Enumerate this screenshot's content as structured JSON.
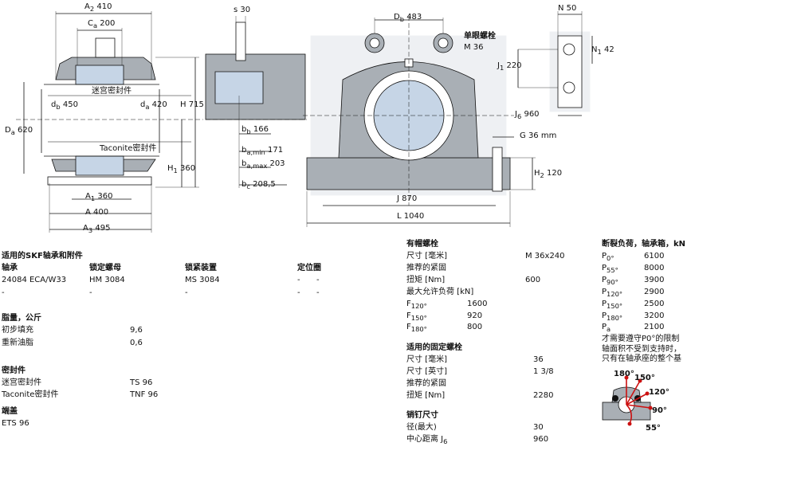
{
  "dims": {
    "A2": "A",
    "A2_sub": "2",
    "A2_val": "410",
    "Ca": "C",
    "Ca_sub": "a",
    "Ca_val": "200",
    "db": "d",
    "db_sub": "b",
    "db_val": "450",
    "da": "d",
    "da_sub": "a",
    "da_val": "420",
    "Da": "D",
    "Da_sub": "a",
    "Da_val": "620",
    "H": "H",
    "H_val": "715",
    "H1": "H",
    "H1_sub": "1",
    "H1_val": "360",
    "A1": "A",
    "A1_sub": "1",
    "A1_val": "360",
    "A": "A",
    "A_val": "400",
    "A3": "A",
    "A3_sub": "3",
    "A3_val": "495",
    "s": "s",
    "s_val": "30",
    "bb": "b",
    "bb_sub": "b",
    "bb_val": "166",
    "bamin": "b",
    "bamin_sub": "a,min",
    "bamin_val": "171",
    "bamax": "b",
    "bamax_sub": "a,max",
    "bamax_val": "203",
    "bc": "b",
    "bc_sub": "c",
    "bc_val": "208,5",
    "Db": "D",
    "Db_sub": "b",
    "Db_val": "483",
    "J": "J",
    "J_val": "870",
    "L": "L",
    "L_val": "1040",
    "G": "G",
    "G_val": "36 mm",
    "H2": "H",
    "H2_sub": "2",
    "H2_val": "120",
    "N": "N",
    "N_val": "50",
    "N1": "N",
    "N1_sub": "1",
    "N1_val": "42",
    "J1": "J",
    "J1_sub": "1",
    "J1_val": "220",
    "J6": "J",
    "J6_sub": "6",
    "J6_val": "960",
    "labyrinth_label": "迷宫密封件",
    "taconite_label": "Taconite密封件",
    "eyebolt_label": "单眼螺栓",
    "eyebolt_size": "M 36"
  },
  "col1": {
    "title": "适用的SKF轴承和附件",
    "headers": [
      "轴承",
      "锁定螺母",
      "锁紧装置",
      "定位圈"
    ],
    "row1": [
      "24084 ECA/W33",
      "HM 3084",
      "MS 3084",
      "-",
      "-"
    ],
    "row2": [
      "-",
      "-",
      "-",
      "-",
      "-"
    ],
    "grease_title": "脂量，公斤",
    "grease": [
      {
        "label": "初步填充",
        "value": "9,6"
      },
      {
        "label": "重新油脂",
        "value": "0,6"
      }
    ],
    "seal_title": "密封件",
    "seals": [
      {
        "label": "迷宫密封件",
        "value": "TS 96"
      },
      {
        "label": "Taconite密封件",
        "value": "TNF 96"
      }
    ],
    "cover_title": "端盖",
    "cover": "ETS 96"
  },
  "col2": {
    "cap_bolts_title": "有帽螺栓",
    "cap_size_label": "尺寸 [毫米]",
    "cap_size_val": "M 36x240",
    "cap_torque_label": "推荐的紧固",
    "cap_torque_unit": "扭矩 [Nm]",
    "cap_torque_val": "600",
    "perm_load_label": "最大允许负荷 [kN]",
    "loads": [
      {
        "sym": "F",
        "sub": "120°",
        "val": "1600"
      },
      {
        "sym": "F",
        "sub": "150°",
        "val": "920"
      },
      {
        "sym": "F",
        "sub": "180°",
        "val": "800"
      }
    ],
    "att_bolts_title": "适用的固定螺栓",
    "att_size_mm_label": "尺寸 [毫米]",
    "att_size_mm_val": "36",
    "att_size_in_label": "尺寸 [英寸]",
    "att_size_in_val": "1 3/8",
    "att_torque_label": "推荐的紧固",
    "att_torque_unit": "扭矩 [Nm]",
    "att_torque_val": "2280",
    "dowel_title": "销钉尺寸",
    "dowel_dia_label": "径(最大)",
    "dowel_dia_val": "30",
    "dowel_dist_label": "中心距离 J",
    "dowel_dist_sub": "6",
    "dowel_dist_val": "960"
  },
  "col3": {
    "title": "断裂负荷，轴承箱，kN",
    "loads": [
      {
        "sym": "P",
        "sub": "0°",
        "val": "6100"
      },
      {
        "sym": "P",
        "sub": "55°",
        "val": "8000"
      },
      {
        "sym": "P",
        "sub": "90°",
        "val": "3900"
      },
      {
        "sym": "P",
        "sub": "120°",
        "val": "2900"
      },
      {
        "sym": "P",
        "sub": "150°",
        "val": "2500"
      },
      {
        "sym": "P",
        "sub": "180°",
        "val": "3200"
      },
      {
        "sym": "P",
        "sub": "a",
        "val": "2100"
      }
    ],
    "note1": "才需要遵守P0°的限制",
    "note2": "轴面积不受到支持时，",
    "note3": "只有在轴承座的整个基",
    "angle_labels": [
      "180°",
      "150°",
      "120°",
      "90°",
      "55°"
    ]
  },
  "colors": {
    "accent": "#cc1111",
    "housing": "#a9afb5",
    "bearing": "#c6d5e6"
  }
}
